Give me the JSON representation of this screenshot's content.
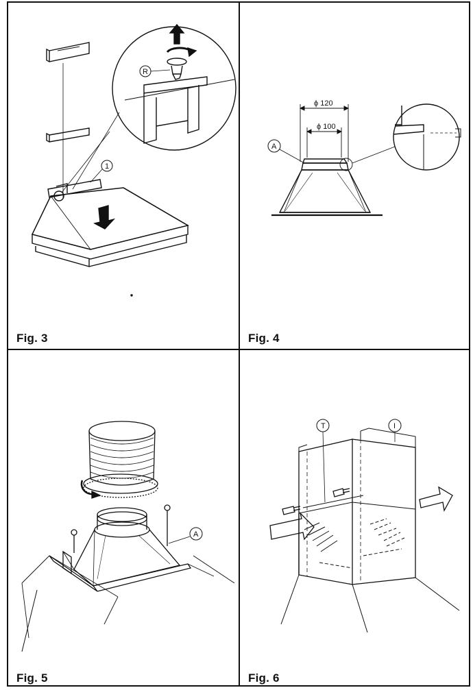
{
  "figures": [
    {
      "id": "fig3",
      "label": "Fig. 3",
      "callouts": [
        "1",
        "R"
      ]
    },
    {
      "id": "fig4",
      "label": "Fig. 4",
      "callouts": [
        "A"
      ],
      "dimensions": [
        "ϕ 120",
        "ϕ 100"
      ]
    },
    {
      "id": "fig5",
      "label": "Fig. 5",
      "callouts": [
        "A"
      ]
    },
    {
      "id": "fig6",
      "label": "Fig. 6",
      "callouts": [
        "T",
        "I"
      ]
    }
  ],
  "colors": {
    "ink": "#111111",
    "paper": "#ffffff"
  }
}
